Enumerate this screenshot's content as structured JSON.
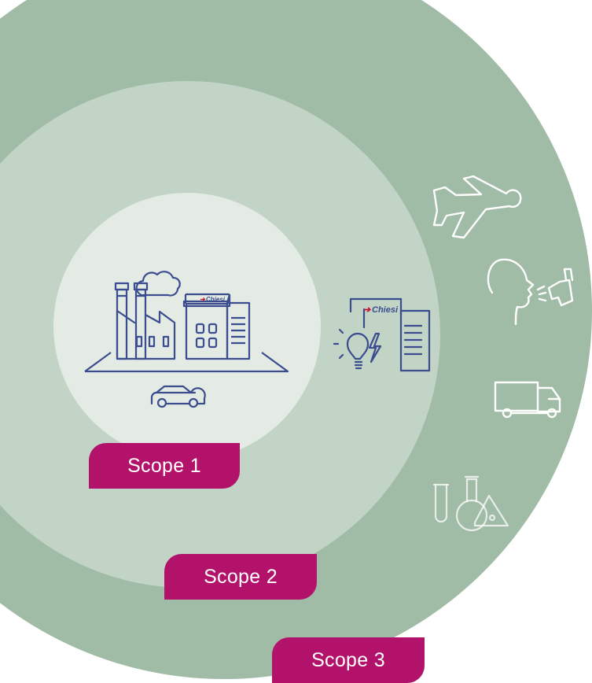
{
  "colors": {
    "outer_ring": "#a0bba6",
    "middle_ring": "#c2d4c6",
    "inner_circle": "#e3ebe4",
    "line_icon": "#3b4c8f",
    "white_icon": "#ffffff",
    "pill": "#b2126a",
    "pill_text": "#ffffff",
    "logo_arrow": "#c8102e"
  },
  "scopes": [
    {
      "label": "Scope 1"
    },
    {
      "label": "Scope 2"
    },
    {
      "label": "Scope 3"
    }
  ],
  "logo": {
    "text": "Chiesi"
  },
  "icons": {
    "scope1": [
      "factory-icon",
      "office-building-icon",
      "car-icon"
    ],
    "scope2": [
      "electricity-building-icon"
    ],
    "scope3": [
      "airplane-icon",
      "inhaler-patient-icon",
      "truck-icon",
      "lab-flasks-icon"
    ]
  }
}
